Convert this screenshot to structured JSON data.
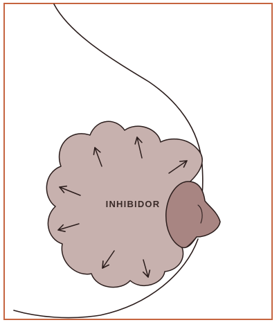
{
  "diagram": {
    "label": "INHIBIDOR",
    "colors": {
      "frame": "#c5643f",
      "tissue": "#c7b1ae",
      "nipple": "#a88582",
      "outline": "#2b1d1c"
    },
    "icons": [
      "breast-outline",
      "glandular-tissue",
      "nipple",
      "outward-arrow"
    ]
  }
}
